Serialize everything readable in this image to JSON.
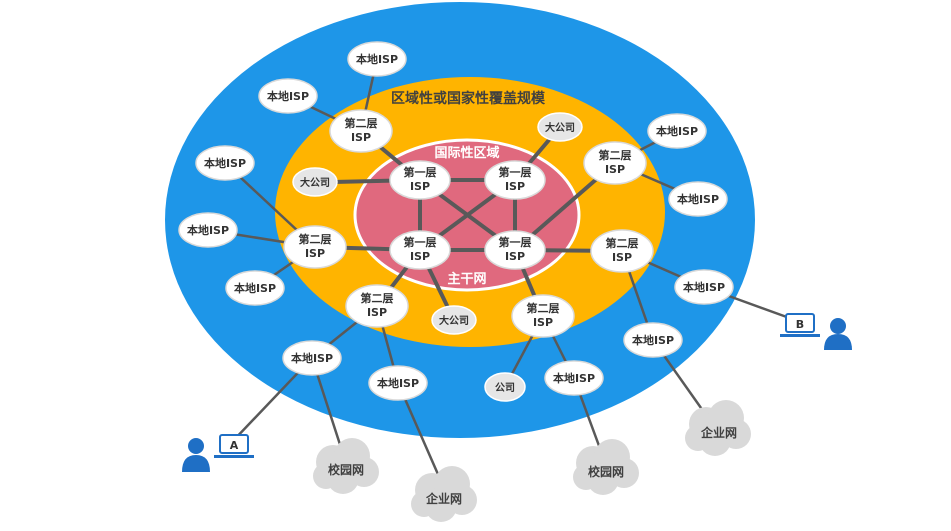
{
  "diagram": {
    "zones": {
      "regional": "区域性或国家性覆盖规模",
      "international": "国际性区域",
      "backbone": "主干网"
    },
    "tier1": [
      "第一层\nISP",
      "第一层\nISP",
      "第一层\nISP",
      "第一层\nISP"
    ],
    "tier2": [
      "第二层\nISP",
      "第二层\nISP",
      "第二层\nISP",
      "第二层\nISP",
      "第二层\nISP",
      "第二层\nISP"
    ],
    "big_company": "大公司",
    "company": "公司",
    "local_isp": "本地ISP",
    "campus_net": "校园网",
    "enterprise_net": "企业网",
    "host_a": "A",
    "host_b": "B",
    "colors": {
      "outer": "#1E96E8",
      "middle": "#FFB400",
      "inner": "#E0697E",
      "host": "#1f6fc5"
    }
  }
}
